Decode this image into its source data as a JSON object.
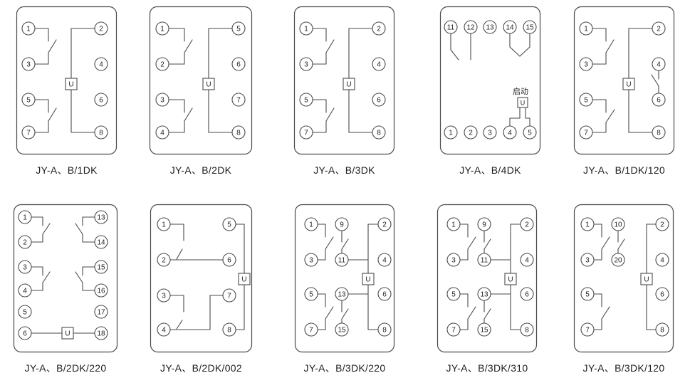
{
  "page": {
    "background": "#ffffff",
    "line_color": "#4a4a4a",
    "text_color": "#1f1f1f"
  },
  "coil_label": "U",
  "diagrams": [
    {
      "label": "JY-A、B/1DK",
      "terminals": [
        "1",
        "3",
        "5",
        "7",
        "2",
        "4",
        "6",
        "8"
      ]
    },
    {
      "label": "JY-A、B/2DK",
      "terminals": [
        "1",
        "2",
        "3",
        "4",
        "5",
        "6",
        "7",
        "8"
      ]
    },
    {
      "label": "JY-A、B/3DK",
      "terminals": [
        "1",
        "3",
        "5",
        "7",
        "2",
        "4",
        "6",
        "8"
      ]
    },
    {
      "label": "JY-A、B/4DK",
      "terminals": [
        "11",
        "12",
        "13",
        "14",
        "15",
        "1",
        "2",
        "3",
        "4",
        "5"
      ],
      "annotation": "启动"
    },
    {
      "label": "JY-A、B/1DK/120",
      "terminals": [
        "1",
        "3",
        "5",
        "7",
        "2",
        "4",
        "6",
        "8"
      ]
    },
    {
      "label": "JY-A、B/2DK/220",
      "terminals": [
        "1",
        "2",
        "3",
        "4",
        "5",
        "6",
        "13",
        "14",
        "15",
        "16",
        "17",
        "18"
      ]
    },
    {
      "label": "JY-A、B/2DK/002",
      "terminals": [
        "1",
        "2",
        "3",
        "4",
        "5",
        "6",
        "7",
        "8"
      ]
    },
    {
      "label": "JY-A、B/3DK/220",
      "terminals": [
        "1",
        "9",
        "3",
        "11",
        "5",
        "13",
        "7",
        "15",
        "2",
        "4",
        "6",
        "8"
      ]
    },
    {
      "label": "JY-A、B/3DK/310",
      "terminals": [
        "1",
        "9",
        "3",
        "11",
        "5",
        "13",
        "7",
        "15",
        "2",
        "4",
        "6",
        "8"
      ]
    },
    {
      "label": "JY-A、B/3DK/120",
      "terminals": [
        "1",
        "10",
        "3",
        "20",
        "5",
        "7",
        "2",
        "4",
        "6",
        "8"
      ]
    }
  ]
}
